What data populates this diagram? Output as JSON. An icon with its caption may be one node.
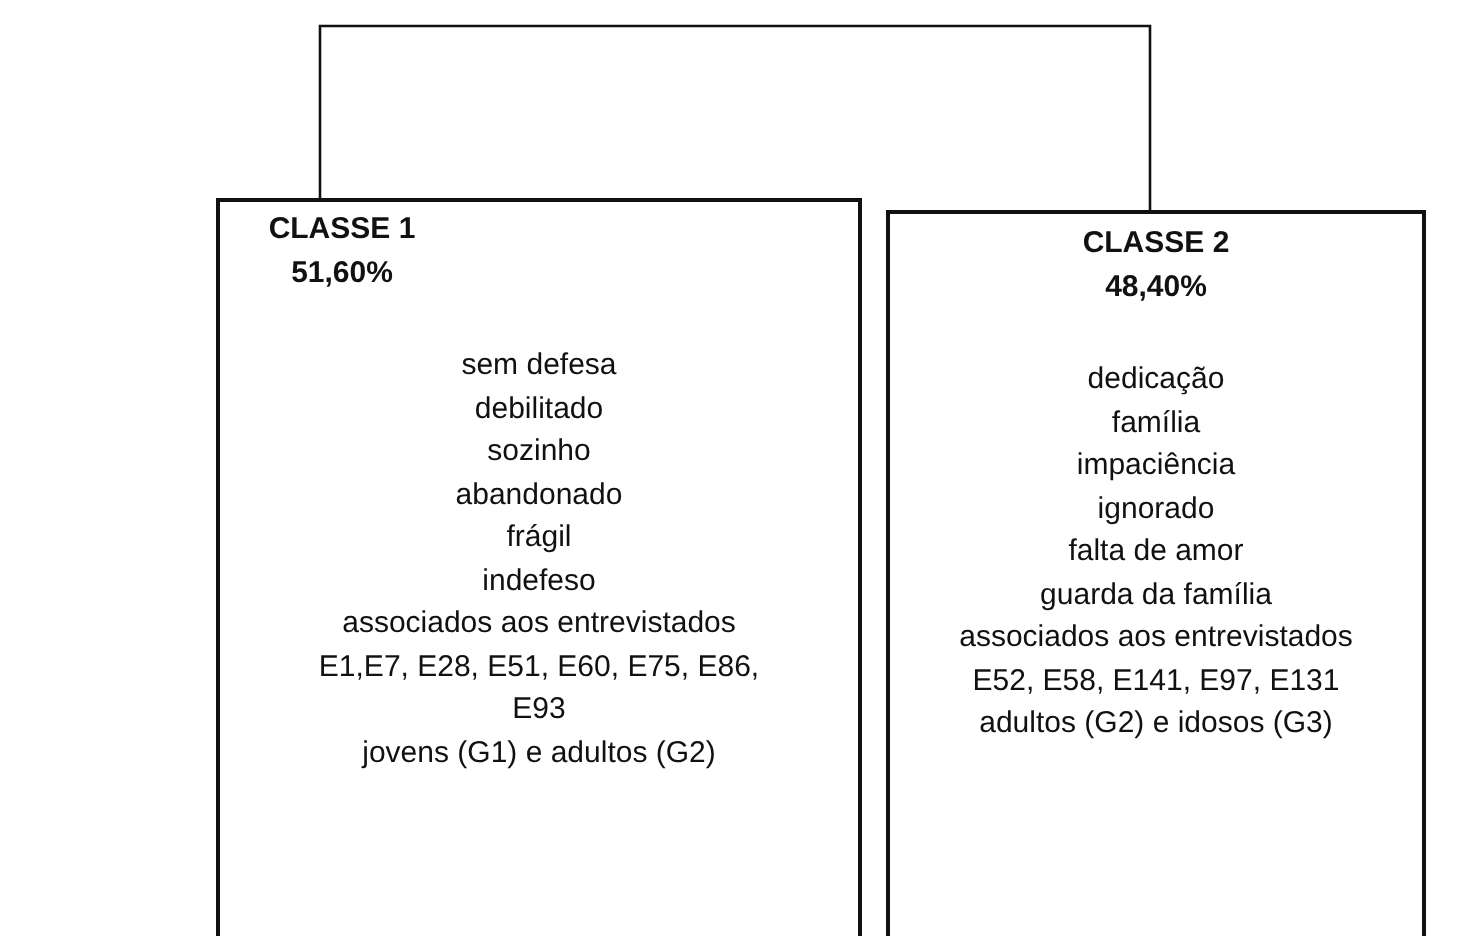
{
  "diagram": {
    "nodes": [
      {
        "text": [
          "CLASSE 1",
          "51,60%",
          "sem defesa",
          "debilitado",
          "sozinho",
          "abandonado",
          "frágil",
          "indefeso",
          "associados aos entrevistados",
          "E1,E7, E28, E51, E60, E75, E86, E93",
          "jovens (G1) e adultos (G2)"
        ]
      },
      {
        "text": [
          "CLASSE 2",
          "48,40%",
          "dedicação",
          "família",
          "impaciência",
          "ignorado",
          "falta de amor",
          "guarda da família",
          "associados aos entrevistados",
          "E52, E58, E141, E97, E131",
          "adultos (G2) e idosos (G3)"
        ]
      }
    ],
    "edges": [
      {
        "from": 0,
        "to": 1,
        "arrow": "none"
      }
    ]
  }
}
